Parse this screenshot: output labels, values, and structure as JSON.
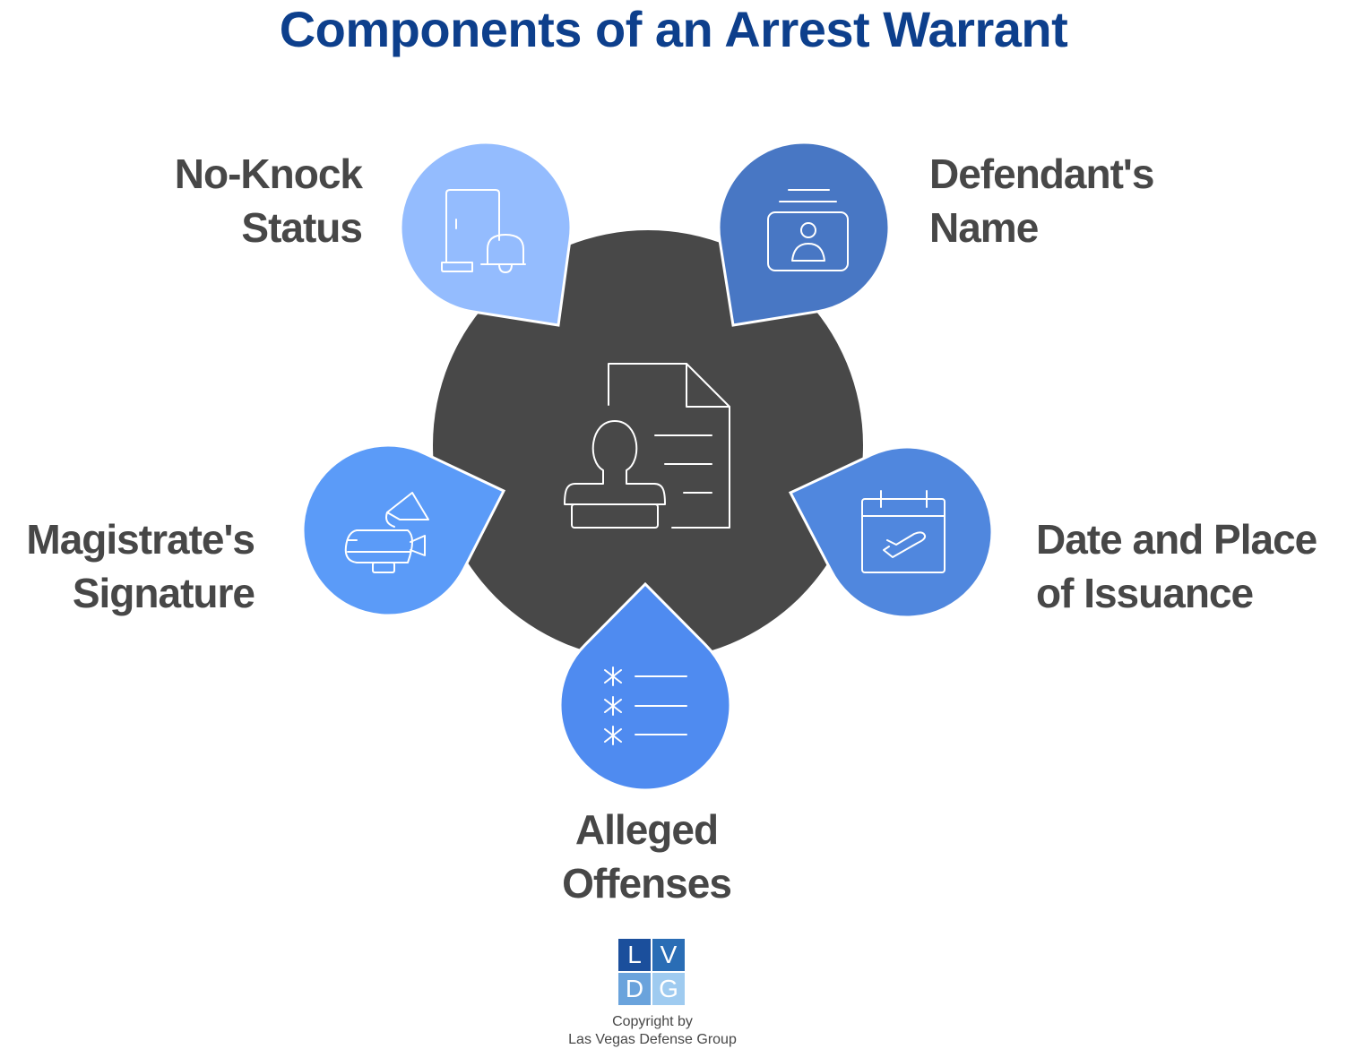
{
  "title": "Components of an Arrest Warrant",
  "center": {
    "icon": "document-stamp-icon",
    "color": "#484848"
  },
  "items": [
    {
      "label_line1": "No-Knock",
      "label_line2": "Status",
      "icon": "door-bell-icon",
      "color": "#94bcfe"
    },
    {
      "label_line1": "Defendant's",
      "label_line2": "Name",
      "icon": "id-card-icon",
      "color": "#4877c4"
    },
    {
      "label_line1": "Date and Place",
      "label_line2": "of Issuance",
      "icon": "calendar-plane-icon",
      "color": "#5087de"
    },
    {
      "label_line1": "Alleged",
      "label_line2": "Offenses",
      "icon": "asterisk-list-icon",
      "color": "#4f8bf0"
    },
    {
      "label_line1": "Magistrate's",
      "label_line2": "Signature",
      "icon": "megaphone-blimp-icon",
      "color": "#5b9bf8"
    }
  ],
  "logo": {
    "letters": [
      "L",
      "V",
      "D",
      "G"
    ],
    "colors": [
      "#1b4f9c",
      "#2a6db5",
      "#6aa3dc",
      "#9fcbf0"
    ]
  },
  "copyright_line1": "Copyright by",
  "copyright_line2": "Las Vegas Defense Group"
}
